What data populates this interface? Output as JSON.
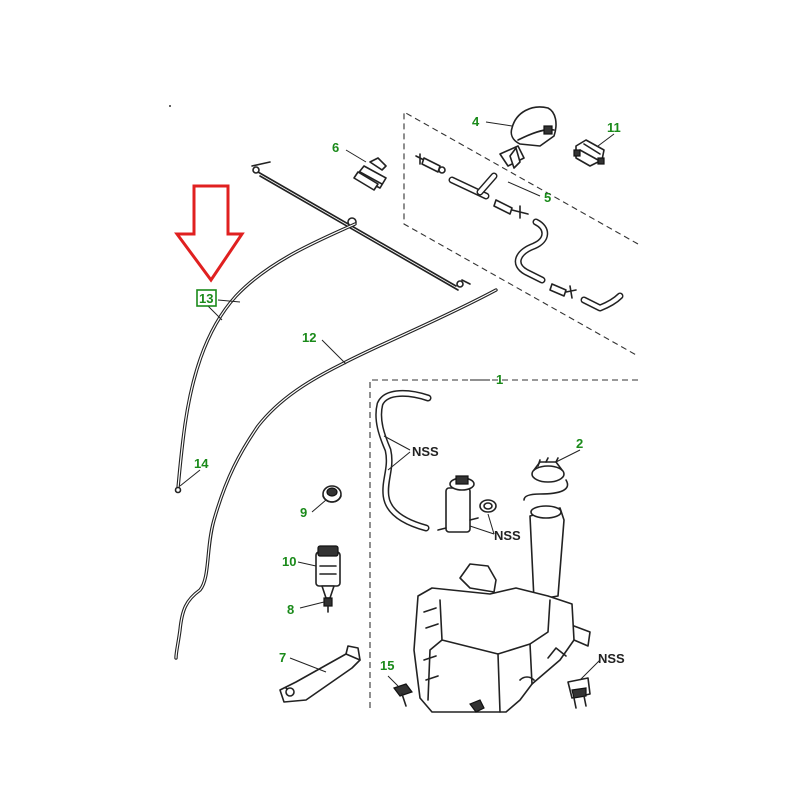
{
  "labels": {
    "p1": "1",
    "p2": "2",
    "p4": "4",
    "p5": "5",
    "p6": "6",
    "p7": "7",
    "p8": "8",
    "p9": "9",
    "p10": "10",
    "p11": "11",
    "p12": "12",
    "p13": "13",
    "p14": "14",
    "p15": "15",
    "nss_hose": "NSS",
    "nss_pump": "NSS",
    "nss_tank": "NSS"
  },
  "colors": {
    "highlight_arrow": "#e02020",
    "label_green": "#1a8a1a",
    "line": "#222222"
  },
  "highlighted_part": "13"
}
